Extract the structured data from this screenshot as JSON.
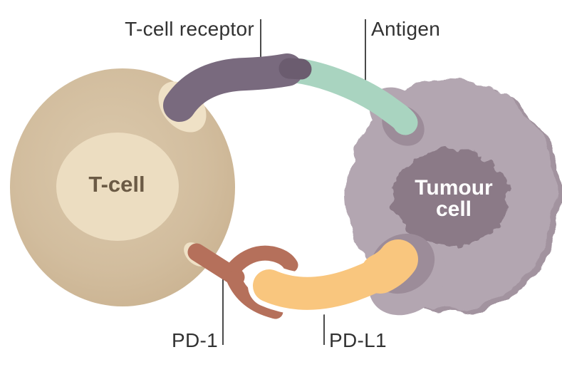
{
  "diagram": {
    "cells": {
      "tcell": {
        "label": "T-cell"
      },
      "tumour": {
        "label_line1": "Tumour",
        "label_line2": "cell"
      }
    },
    "callouts": {
      "tcr": "T-cell receptor",
      "antigen": "Antigen",
      "pd1": "PD-1",
      "pdl1": "PD-L1"
    },
    "colors": {
      "background": "#ffffff",
      "tcell_body_light": "#dbc9ac",
      "tcell_body_mid": "#d2bd9e",
      "tcell_body_edge": "#c9b18f",
      "tcell_nucleus": "#ecddc1",
      "tcell_text": "#6b5a45",
      "membrane_patch": "#efe1c6",
      "receptor": "#796a7e",
      "receptor_tip": "#6b5c6f",
      "antigen": "#a9d4c0",
      "tumour_body": "#b3a6b1",
      "tumour_shadow": "#a2939f",
      "tumour_nucleus": "#8b7a87",
      "tumour_socket": "#9c8c99",
      "tumour_text": "#ffffff",
      "pd1": "#b5705b",
      "pdl1": "#f9c67e",
      "halo": "#ffffff",
      "label_text": "#323232",
      "label_line": "#4a4a4a"
    }
  }
}
